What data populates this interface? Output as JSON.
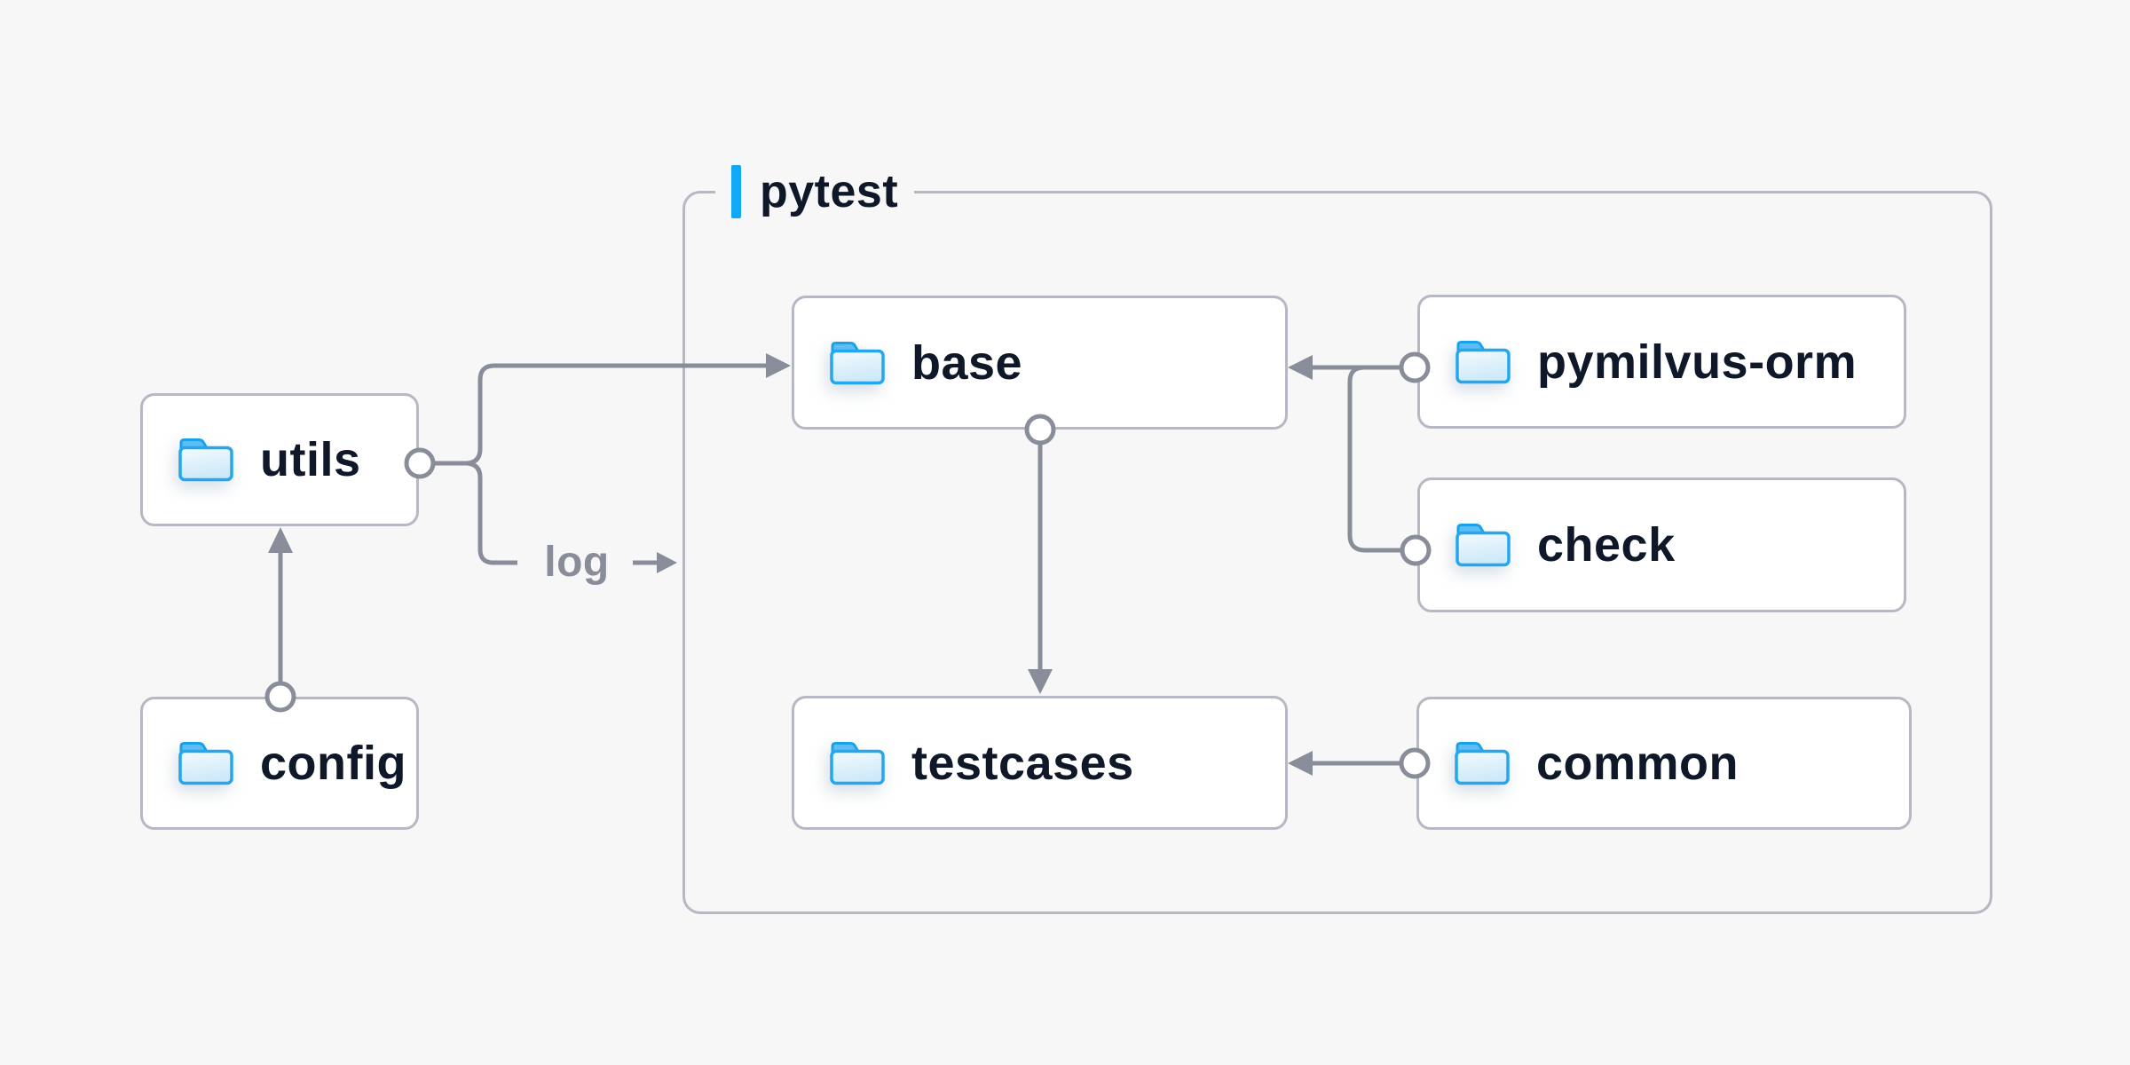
{
  "diagram": {
    "container": {
      "label": "pytest"
    },
    "nodes": [
      {
        "id": "utils",
        "label": "utils"
      },
      {
        "id": "config",
        "label": "config"
      },
      {
        "id": "base",
        "label": "base"
      },
      {
        "id": "testcases",
        "label": "testcases"
      },
      {
        "id": "pymilvus-orm",
        "label": "pymilvus-orm"
      },
      {
        "id": "check",
        "label": "check"
      },
      {
        "id": "common",
        "label": "common"
      }
    ],
    "edge_labels": {
      "log": "log"
    },
    "edges": [
      {
        "from": "config",
        "to": "utils",
        "style": "arrow"
      },
      {
        "from": "utils",
        "to": "base",
        "style": "arrow"
      },
      {
        "from": "utils",
        "to": "log",
        "style": "labeled-arrow",
        "label": "log"
      },
      {
        "from": "pymilvus-orm",
        "to": "base",
        "style": "arrow"
      },
      {
        "from": "check",
        "to": "base",
        "style": "arrow-branch"
      },
      {
        "from": "base",
        "to": "testcases",
        "style": "arrow"
      },
      {
        "from": "common",
        "to": "testcases",
        "style": "arrow"
      }
    ],
    "colors": {
      "background": "#f7f7f8",
      "box_border": "#b6b8c3",
      "connector_gray": "#898d99",
      "label_navy": "#0f1828",
      "accent_blue": "#10a9f5",
      "folder_stroke": "#24a7ee",
      "folder_tab": "#5ebdf2",
      "folder_fill_light": "#f3fafe",
      "folder_fill_dark": "#cde9f8"
    }
  }
}
